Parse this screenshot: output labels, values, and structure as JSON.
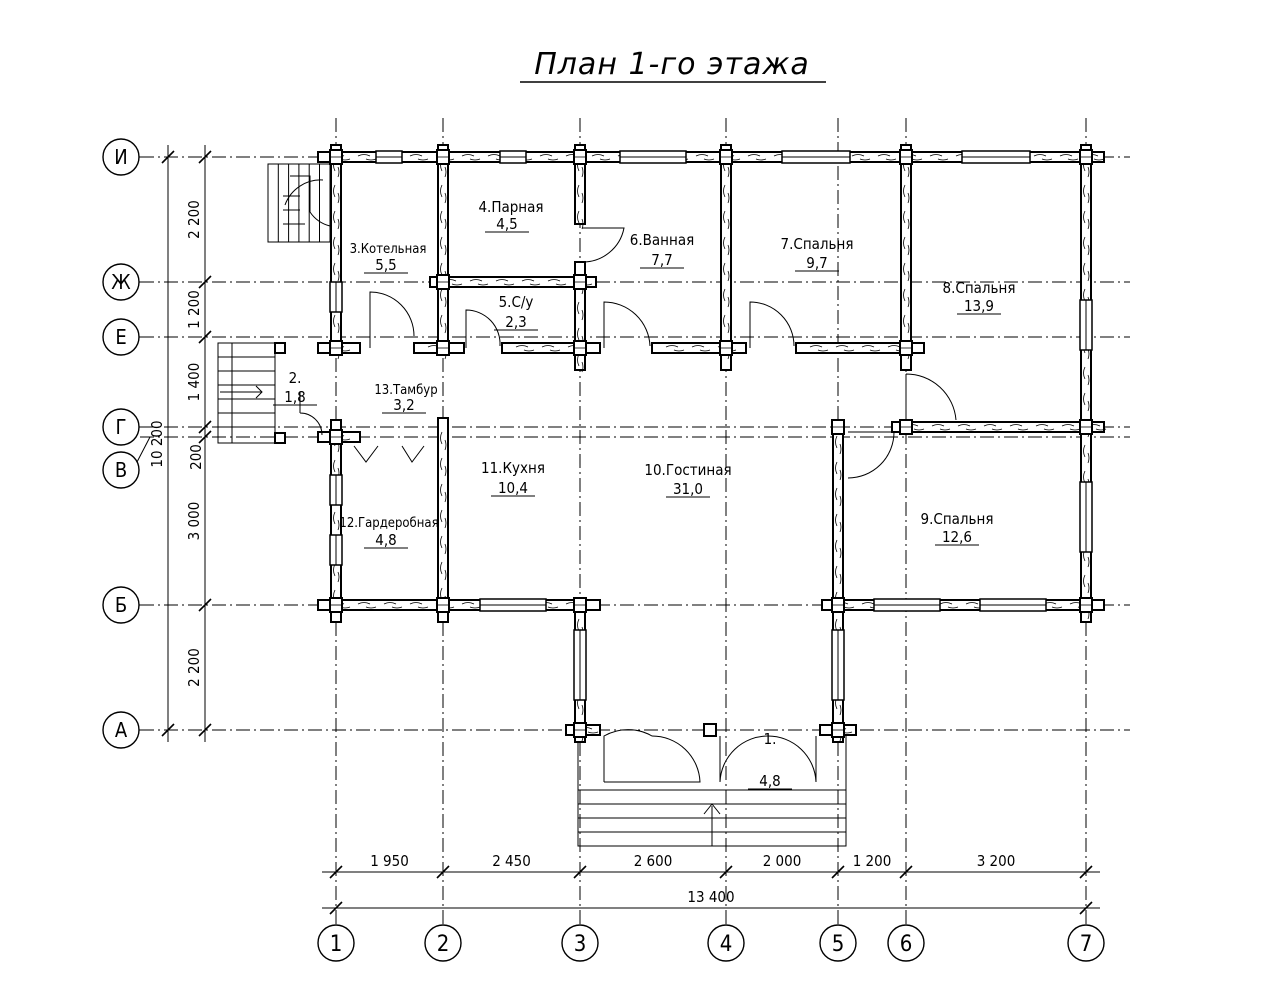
{
  "title": "План 1-го этажа",
  "rooms": [
    {
      "name": "1.",
      "area": "4,8"
    },
    {
      "name": "2.",
      "area": "1,8"
    },
    {
      "name": "3.Котельная",
      "area": "5,5"
    },
    {
      "name": "4.Парная",
      "area": "4,5"
    },
    {
      "name": "5.С/у",
      "area": "2,3"
    },
    {
      "name": "6.Ванная",
      "area": "7,7"
    },
    {
      "name": "7.Спальня",
      "area": "9,7"
    },
    {
      "name": "8.Спальня",
      "area": "13,9"
    },
    {
      "name": "9.Спальня",
      "area": "12,6"
    },
    {
      "name": "10.Гостиная",
      "area": "31,0"
    },
    {
      "name": "11.Кухня",
      "area": "10,4"
    },
    {
      "name": "12.Гардеробная",
      "area": "4,8"
    },
    {
      "name": "13.Тамбур",
      "area": "3,2"
    }
  ],
  "axes_letters": [
    "И",
    "Ж",
    "Е",
    "Г",
    "В",
    "Б",
    "А"
  ],
  "axes_numbers": [
    "1",
    "2",
    "3",
    "4",
    "5",
    "6",
    "7"
  ],
  "dims_horizontal": [
    "1 950",
    "2 450",
    "2 600",
    "2 000",
    "1 200",
    "3 200"
  ],
  "dim_total_horizontal": "13 400",
  "dims_vertical": [
    "2 200",
    "1 200",
    "1 400",
    "200",
    "3 000",
    "2 200"
  ],
  "dim_total_vertical": "10 200"
}
